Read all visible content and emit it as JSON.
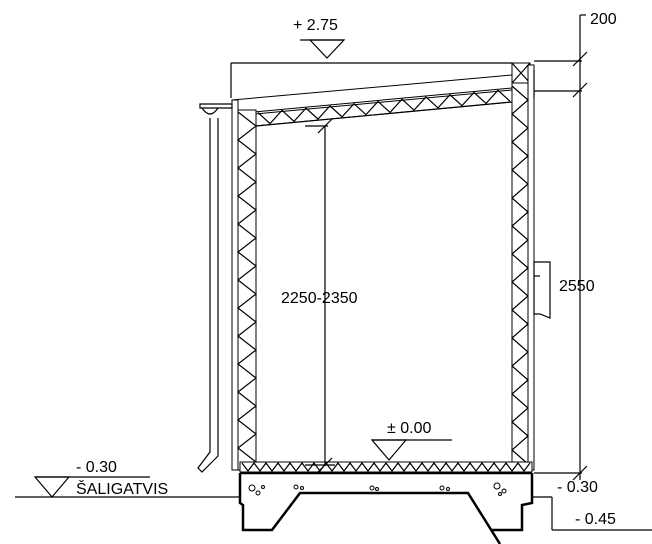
{
  "labels": {
    "roof_level": "+ 2.75",
    "floor_level": "± 0.00",
    "sidewalk_level": "- 0.30",
    "sidewalk_name": "ŠALIGATVIS",
    "base_right_level": "- 0.30",
    "ground_right_level": "- 0.45",
    "roof_thickness": "200",
    "interior_height": "2250-2350",
    "total_height": "2550"
  }
}
